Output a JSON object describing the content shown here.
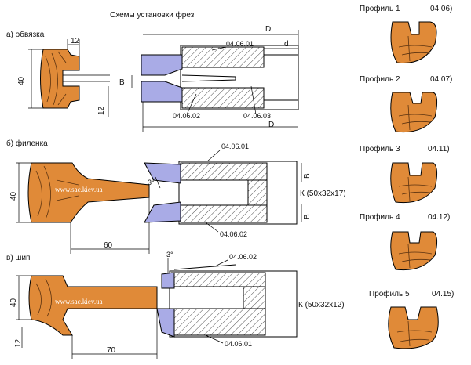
{
  "title": "Схемы установки фрез",
  "sections": {
    "a": {
      "label": "а) обвязка",
      "dims": {
        "top": "12",
        "left": "40",
        "bottom": "12",
        "b": "B",
        "d_top": "D",
        "d_small": "d",
        "d_bottom": "D"
      },
      "parts": {
        "top": "04.06.01",
        "bottom_left": "04.06.02",
        "bottom_right": "04.06.03"
      }
    },
    "b": {
      "label": "б) филенка",
      "dims": {
        "left": "40",
        "bottom": "60",
        "angle": "3°",
        "b_top": "B",
        "b_bottom": "B"
      },
      "parts": {
        "top": "04.06.01",
        "bottom": "04.06.02"
      },
      "key": "К (50х32х17)",
      "watermark": "www.sac.kiev.ua"
    },
    "c": {
      "label": "в) шип",
      "dims": {
        "left": "40",
        "left_small": "12",
        "bottom": "70",
        "angle": "3°"
      },
      "parts": {
        "top": "04.06.02",
        "bottom": "04.06.01"
      },
      "key": "К (50х32х12)",
      "watermark": "www.sac.kiev.ua"
    }
  },
  "profiles": [
    {
      "name": "Профиль 1",
      "code": "04.06)"
    },
    {
      "name": "Профиль 2",
      "code": "04.07)"
    },
    {
      "name": "Профиль 3",
      "code": "04.11)"
    },
    {
      "name": "Профиль 4",
      "code": "04.12)"
    },
    {
      "name": "Профиль 5",
      "code": "04.15)"
    }
  ],
  "colors": {
    "wood": "#e08a38",
    "cutter": "#a9abe6",
    "line": "#000000"
  }
}
